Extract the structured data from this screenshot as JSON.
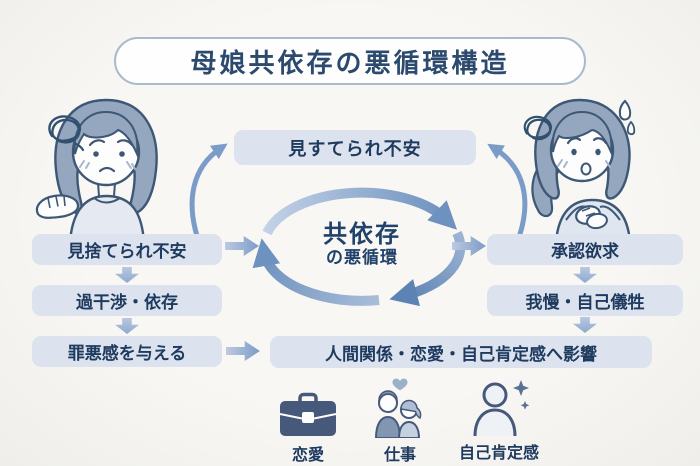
{
  "title": "母娘共依存の悪循環構造",
  "cycle": {
    "top_label": "見すてられ不安",
    "line1": "共依存",
    "line2": "の悪循環"
  },
  "mother_chain": [
    "見捨てられ不安",
    "過干渉・依存",
    "罪悪感を与える"
  ],
  "daughter_chain": [
    "承認欲求",
    "我慢・自己儀牲"
  ],
  "outcome": "人間関係・恋愛・自己肯定感へ影響",
  "legend": [
    {
      "icon": "briefcase-icon",
      "label": "恋愛"
    },
    {
      "icon": "couple-heart-icon",
      "label": "仕事"
    },
    {
      "icon": "person-sparkles-icon",
      "label": "自己肯定感"
    }
  ],
  "colors": {
    "background": "#f7f6f2",
    "box_fill": "#dce3ef",
    "text_dark": "#1e3a5f",
    "title_border": "#a9bacd",
    "arrow_light": "#b9c8e0",
    "arrow_mid": "#8da9cf",
    "cycle_dark": "#5d83b4",
    "illustration_line": "#3d5775",
    "hair_fill": "#95a7bf",
    "shirt_fill": "#e4e9f2"
  }
}
